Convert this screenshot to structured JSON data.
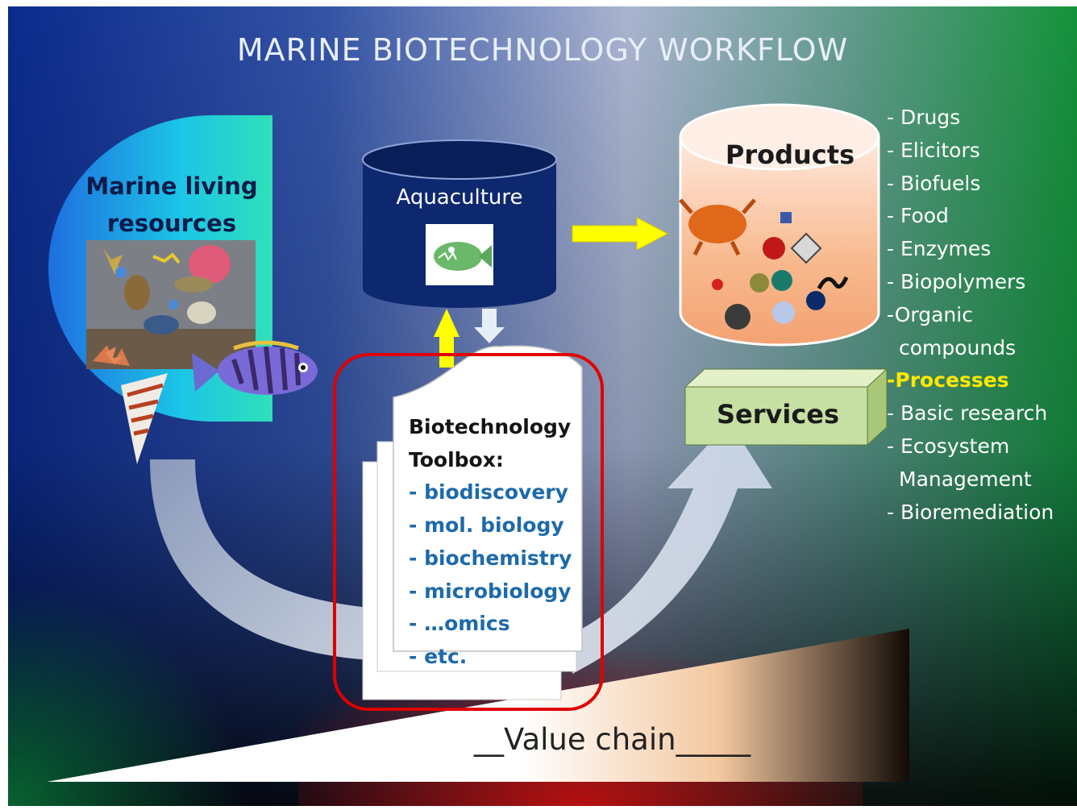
{
  "title": "MARINE BIOTECHNOLOGY WORKFLOW",
  "nodes": {
    "marine_resources": {
      "line1": "Marine living",
      "line2": "resources"
    },
    "aquaculture": "Aquaculture",
    "products": "Products",
    "services": "Services"
  },
  "toolbox": {
    "heading1": "Biotechnology",
    "heading2": "Toolbox:",
    "items": [
      "- biodiscovery",
      "- mol. biology",
      "- biochemistry",
      "- microbiology",
      "- …omics",
      "- etc."
    ]
  },
  "outputs": {
    "items": [
      "- Drugs",
      "- Elicitors",
      "- Biofuels",
      "- Food",
      "- Enzymes",
      "- Biopolymers",
      "-Organic",
      "  compounds"
    ],
    "highlight": "-Processes",
    "services_items": [
      "- Basic research",
      "- Ecosystem",
      "  Management",
      "- Bioremediation"
    ]
  },
  "value_chain": "__Value chain_____",
  "colors": {
    "background_left": "#0c2c8c",
    "background_right": "#16923a",
    "highlight": "#ffe800",
    "toolbox_items": "#1d6aab",
    "arrow_yellow": "#ffff00",
    "callout_border": "#e00000"
  }
}
